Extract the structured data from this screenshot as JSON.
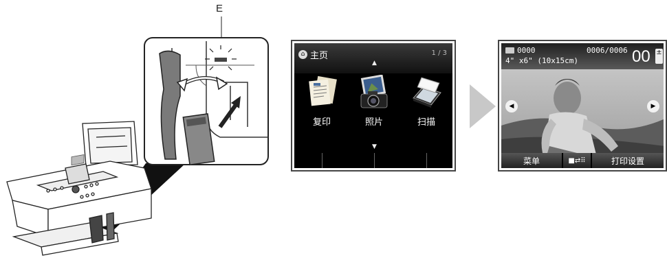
{
  "illustration": {
    "callout_label": "E"
  },
  "home_screen": {
    "title": "主页",
    "home_icon": "home-icon",
    "page_indicator": "1 / 3",
    "arrow_up": "▲",
    "arrow_down": "▼",
    "menu_items": [
      {
        "label": "复印",
        "icon": "copy-document-icon"
      },
      {
        "label": "照片",
        "icon": "camera-photo-icon"
      },
      {
        "label": "扫描",
        "icon": "scanner-icon"
      }
    ]
  },
  "photo_screen": {
    "card_number": "0000",
    "paper_size": "4\" x6\" (10x15cm)",
    "photo_counter": "0006/0006",
    "copies": "00",
    "copies_adjust": "±",
    "nav_prev": "◀",
    "nav_next": "▶",
    "menu_button": "菜单",
    "display_toggle": "■⇄⠿",
    "print_settings_button": "打印设置"
  },
  "colors": {
    "screen_bg": "#000000",
    "header_gradient_top": "#3a3a3a",
    "bottom_button": "#444444",
    "step_arrow": "#c8c8c8",
    "card_slot_callout": "#333333"
  }
}
